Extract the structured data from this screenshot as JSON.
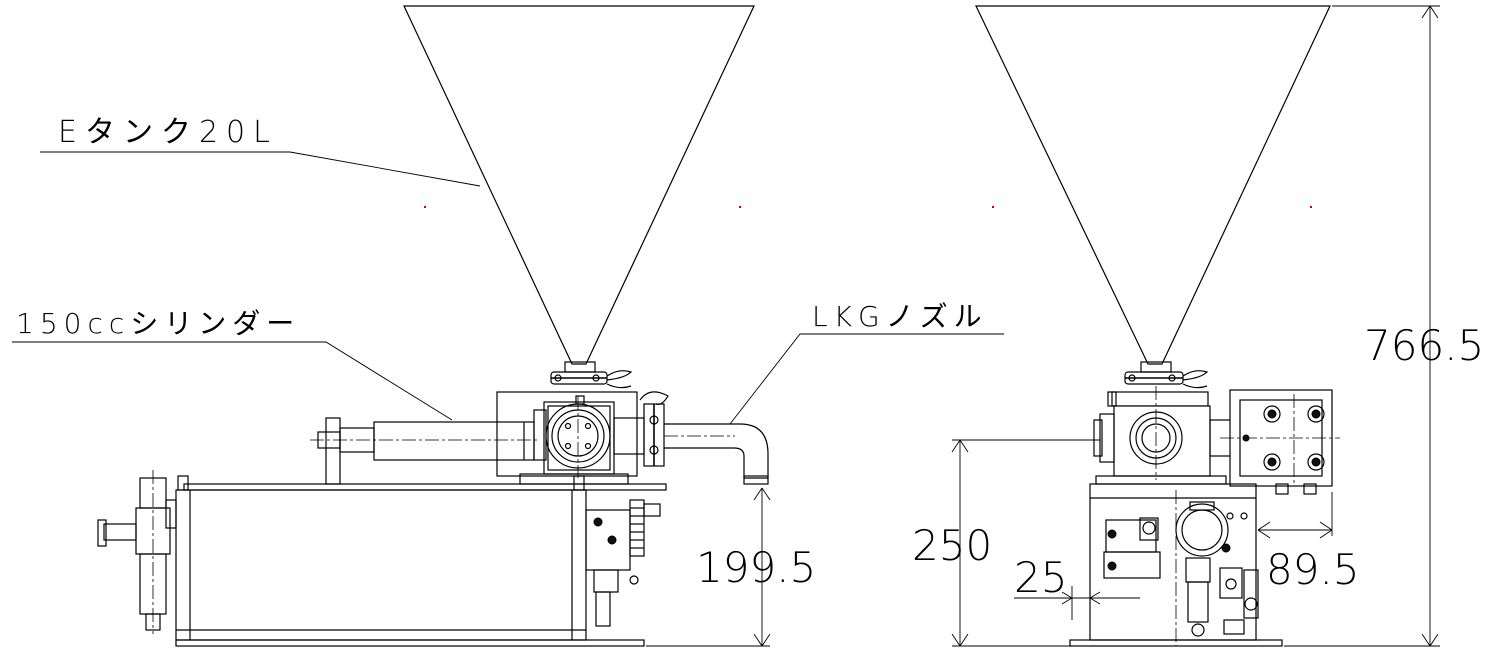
{
  "labels": {
    "tank": "Eタンク20L",
    "cylinder": "150ccシリンダー",
    "nozzle": "LKGノズル"
  },
  "dimensions": {
    "height_nozzle": "199.5",
    "height_total": "766.5",
    "height_base": "250",
    "offset_small": "25",
    "offset_side": "89.5"
  },
  "colors": {
    "line": "#000000",
    "marker": "#d00000"
  }
}
